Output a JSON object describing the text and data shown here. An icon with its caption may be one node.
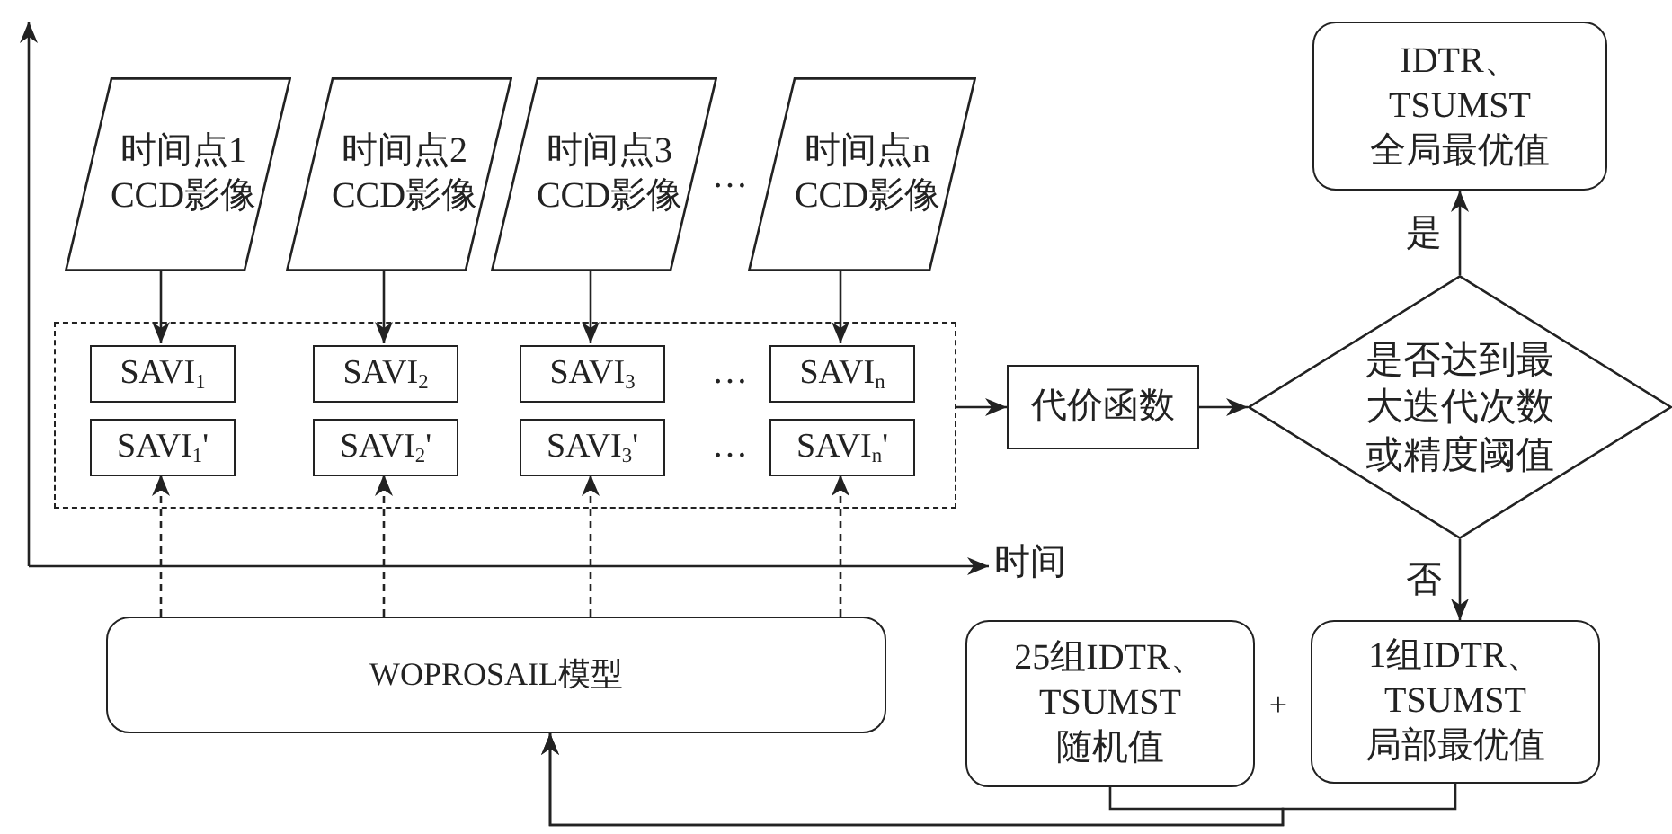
{
  "diagram": {
    "nodes": [
      {
        "text": [
          "时间点1 CCD影像"
        ]
      },
      {
        "text": [
          "时间点2 CCD影像"
        ]
      },
      {
        "text": [
          "时间点3 CCD影像"
        ]
      },
      {
        "text": [
          "时间点n CCD影像"
        ]
      },
      {
        "text": [],
        "shape": "box"
      },
      {
        "text": [
          "SAVI$_{1}$"
        ],
        "in": 4
      },
      {
        "text": [
          "SAVI$_{2}$"
        ],
        "in": 4
      },
      {
        "text": [
          "SAVI$_{3}$"
        ],
        "in": 4
      },
      {
        "text": [
          "SAVI$_{n}$"
        ],
        "in": 4
      },
      {
        "text": [
          "SAVI$_{1}$'"
        ],
        "in": 4
      },
      {
        "text": [
          "SAVI$_{2}$'"
        ],
        "in": 4
      },
      {
        "text": [
          "SAVI$_{3}$'"
        ],
        "in": 4
      },
      {
        "text": [
          "SAVI$_{n}$'"
        ],
        "in": 4
      },
      {
        "text": [
          "代价函数"
        ]
      },
      {
        "text": [
          "是否达到最大迭代次数或精度阈值"
        ]
      },
      {
        "text": [
          "IDTR、 TSUMST 全局最优值"
        ]
      },
      {
        "text": [
          "WOPROSAIL模型"
        ]
      },
      {
        "text": [
          "25组IDTR、 TSUMST 随机值"
        ]
      },
      {
        "text": [
          "1组IDTR、 TSUMST 局部最优值"
        ]
      }
    ],
    "edges": [
      {
        "from": 0,
        "to": 5,
        "arrow": "to"
      },
      {
        "from": 1,
        "to": 6,
        "arrow": "to"
      },
      {
        "from": 2,
        "to": 7,
        "arrow": "to"
      },
      {
        "from": 3,
        "to": 8,
        "arrow": "to"
      },
      {
        "from": 16,
        "to": 9,
        "arrow": "to",
        "style": "dashed"
      },
      {
        "from": 16,
        "to": 10,
        "arrow": "to",
        "style": "dashed"
      },
      {
        "from": 16,
        "to": 11,
        "arrow": "to",
        "style": "dashed"
      },
      {
        "from": 16,
        "to": 12,
        "arrow": "to",
        "style": "dashed"
      },
      {
        "from": 4,
        "to": 13,
        "arrow": "to"
      },
      {
        "from": 13,
        "to": 14,
        "arrow": "to"
      },
      {
        "from": 14,
        "to": 15,
        "arrow": "to",
        "label": "是"
      },
      {
        "from": 14,
        "to": 18,
        "arrow": "to",
        "label": "否"
      },
      {
        "from": 17,
        "to": 16,
        "arrow": "to"
      },
      {
        "from": 18,
        "to": 16,
        "arrow": "to"
      }
    ],
    "labels": [
      "…",
      "…",
      "…",
      "时间",
      "+"
    ]
  }
}
